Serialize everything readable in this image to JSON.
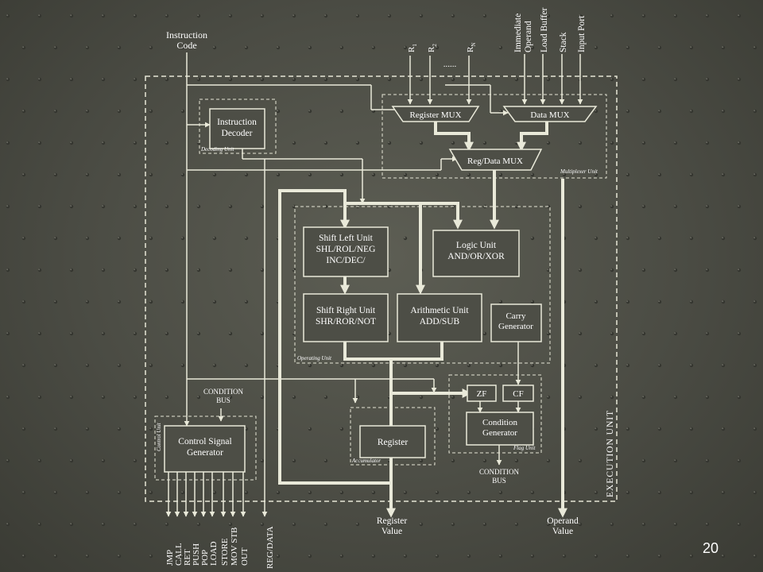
{
  "page_number": "20",
  "inputs": {
    "instruction_code": [
      "Instruction",
      "Code"
    ],
    "r1": {
      "base": "R",
      "sub": "1"
    },
    "r2": {
      "base": "R",
      "sub": "2"
    },
    "rn": {
      "base": "R",
      "sub": "N"
    },
    "ellipsis": "......",
    "immediate_operand": [
      "Immediate",
      "Operand"
    ],
    "load_buffer": "Load Buffer",
    "stack": "Stack",
    "input_port": "Input Port"
  },
  "units": {
    "instruction_decoder": [
      "Instruction",
      "Decoder"
    ],
    "decoding_unit": "Decoding Unit",
    "register_mux": "Register MUX",
    "data_mux": "Data MUX",
    "reg_data_mux": "Reg/Data MUX",
    "multiplexer_unit": "Multiplexer Unit",
    "shift_left_unit": [
      "Shift Left Unit",
      "SHL/ROL/NEG",
      "INC/DEC/"
    ],
    "logic_unit": [
      "Logic Unit",
      "AND/OR/XOR"
    ],
    "shift_right_unit": [
      "Shift Right Unit",
      "SHR/ROR/NOT"
    ],
    "arithmetic_unit": [
      "Arithmetic Unit",
      "ADD/SUB"
    ],
    "carry_generator": [
      "Carry",
      "Generator"
    ],
    "operating_unit": "Operating Unit",
    "zf": "ZF",
    "cf": "CF",
    "condition_generator": [
      "Condition",
      "Generator"
    ],
    "flag_unit": "Flag Unit",
    "register": "Register",
    "accumulator": "Accumulator",
    "control_signal_generator": [
      "Control Signal",
      "Generator"
    ],
    "control_unit": "Control Unit",
    "condition_bus_top": [
      "CONDITION",
      "BUS"
    ],
    "condition_bus_bottom": [
      "CONDITION",
      "BUS"
    ],
    "execution_unit": "EXECUTION UNIT"
  },
  "outputs": {
    "control_signals": [
      "JMP",
      "CALL",
      "RET",
      "PUSH",
      "POP",
      "LOAD",
      "STORE",
      "MOV STB",
      "OUT"
    ],
    "reg_data": "REG/DATA",
    "register_value": [
      "Register",
      "Value"
    ],
    "operand_value": [
      "Operand",
      "Value"
    ]
  }
}
